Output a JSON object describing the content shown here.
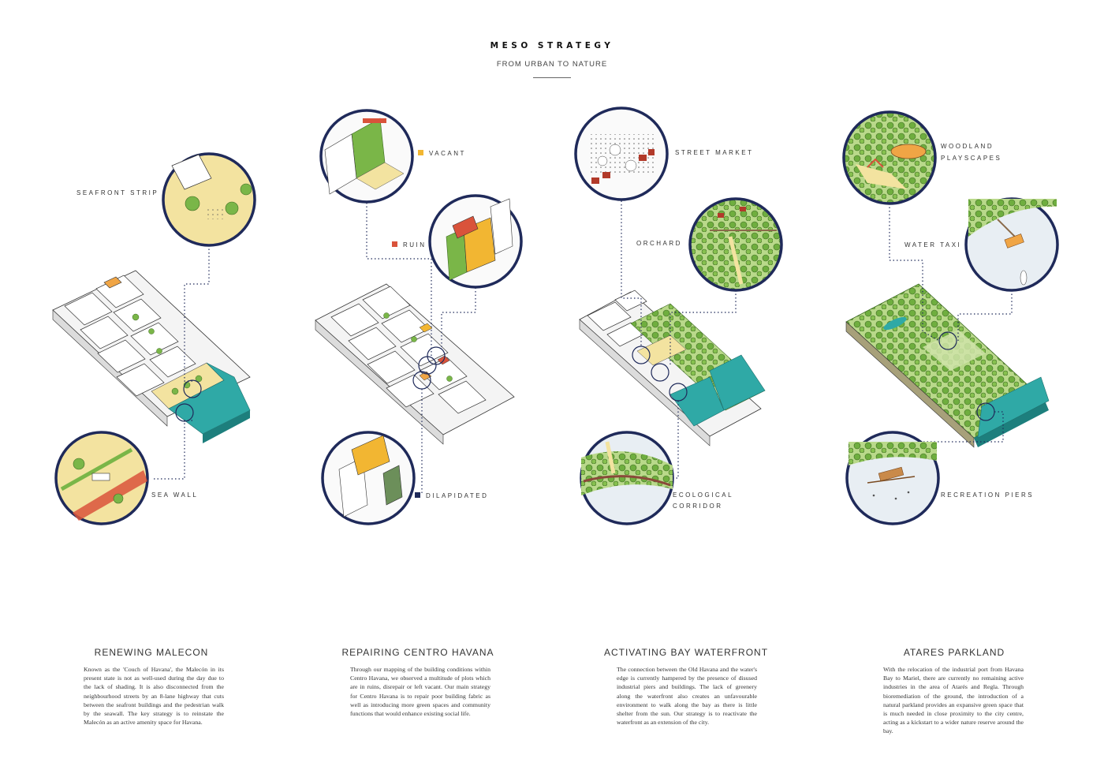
{
  "header": {
    "title": "MESO STRATEGY",
    "subtitle": "FROM URBAN TO NATURE"
  },
  "colors": {
    "navy": "#1f2a5a",
    "teal": "#2fa9a6",
    "green": "#7ab648",
    "sand": "#f3e3a0",
    "vacant": "#f2b632",
    "ruin": "#d9533b",
    "dilapidated": "#1f2a5a",
    "map_land": "#c7c98a"
  },
  "columns": [
    {
      "title": "RENEWING MALECON",
      "labels": {
        "a": "SEAFRONT STRIP",
        "b": "SEA WALL"
      },
      "text": "Known as the 'Couch of Havana', the Malecón in its present state is not as well-used during the day due to the lack of shading. It is also disconnected from the neighbourhood streets by an 8-lane highway that cuts between the seafront buildings and the pedestrian walk by the seawall. The key strategy is to reinstate the Malecón as an active amenity space for Havana."
    },
    {
      "title": "REPAIRING CENTRO HAVANA",
      "labels": {
        "a": "VACANT",
        "b": "RUIN",
        "c": "DILAPIDATED"
      },
      "text": "Through our mapping of the building conditions within Centro Havana, we observed a multitude of plots which are in ruins, disrepair or left vacant. Our main strategy for Centro Havana is to repair poor building fabric as well as introducing more green spaces and community functions that would enhance existing social life."
    },
    {
      "title": "ACTIVATING BAY WATERFRONT",
      "labels": {
        "a": "STREET MARKET",
        "b": "ORCHARD",
        "c1": "ECOLOGICAL",
        "c2": "CORRIDOR"
      },
      "text": "The connection between the Old Havana and the water's edge is currently hampered by the presence of disused industrial piers and buildings. The lack of greenery along the waterfront also creates an unfavourable environment to walk along the bay as there is little shelter from the sun. Our strategy is to reactivate the waterfront as an extension of the city."
    },
    {
      "title": "ATARES PARKLAND",
      "labels": {
        "a1": "WOODLAND",
        "a2": "PLAYSCAPES",
        "b": "WATER TAXI",
        "c": "RECREATION PIERS"
      },
      "text": "With the relocation of the industrial port from Havana Bay to Mariel, there are currently no remaining active industries in the area of Atarés and Regla. Through bioremediation of the ground, the introduction of a natural parkland provides an expansive green space that is much needed in close proximity to the city centre, acting as a kickstart to a wider nature reserve around the bay."
    }
  ]
}
